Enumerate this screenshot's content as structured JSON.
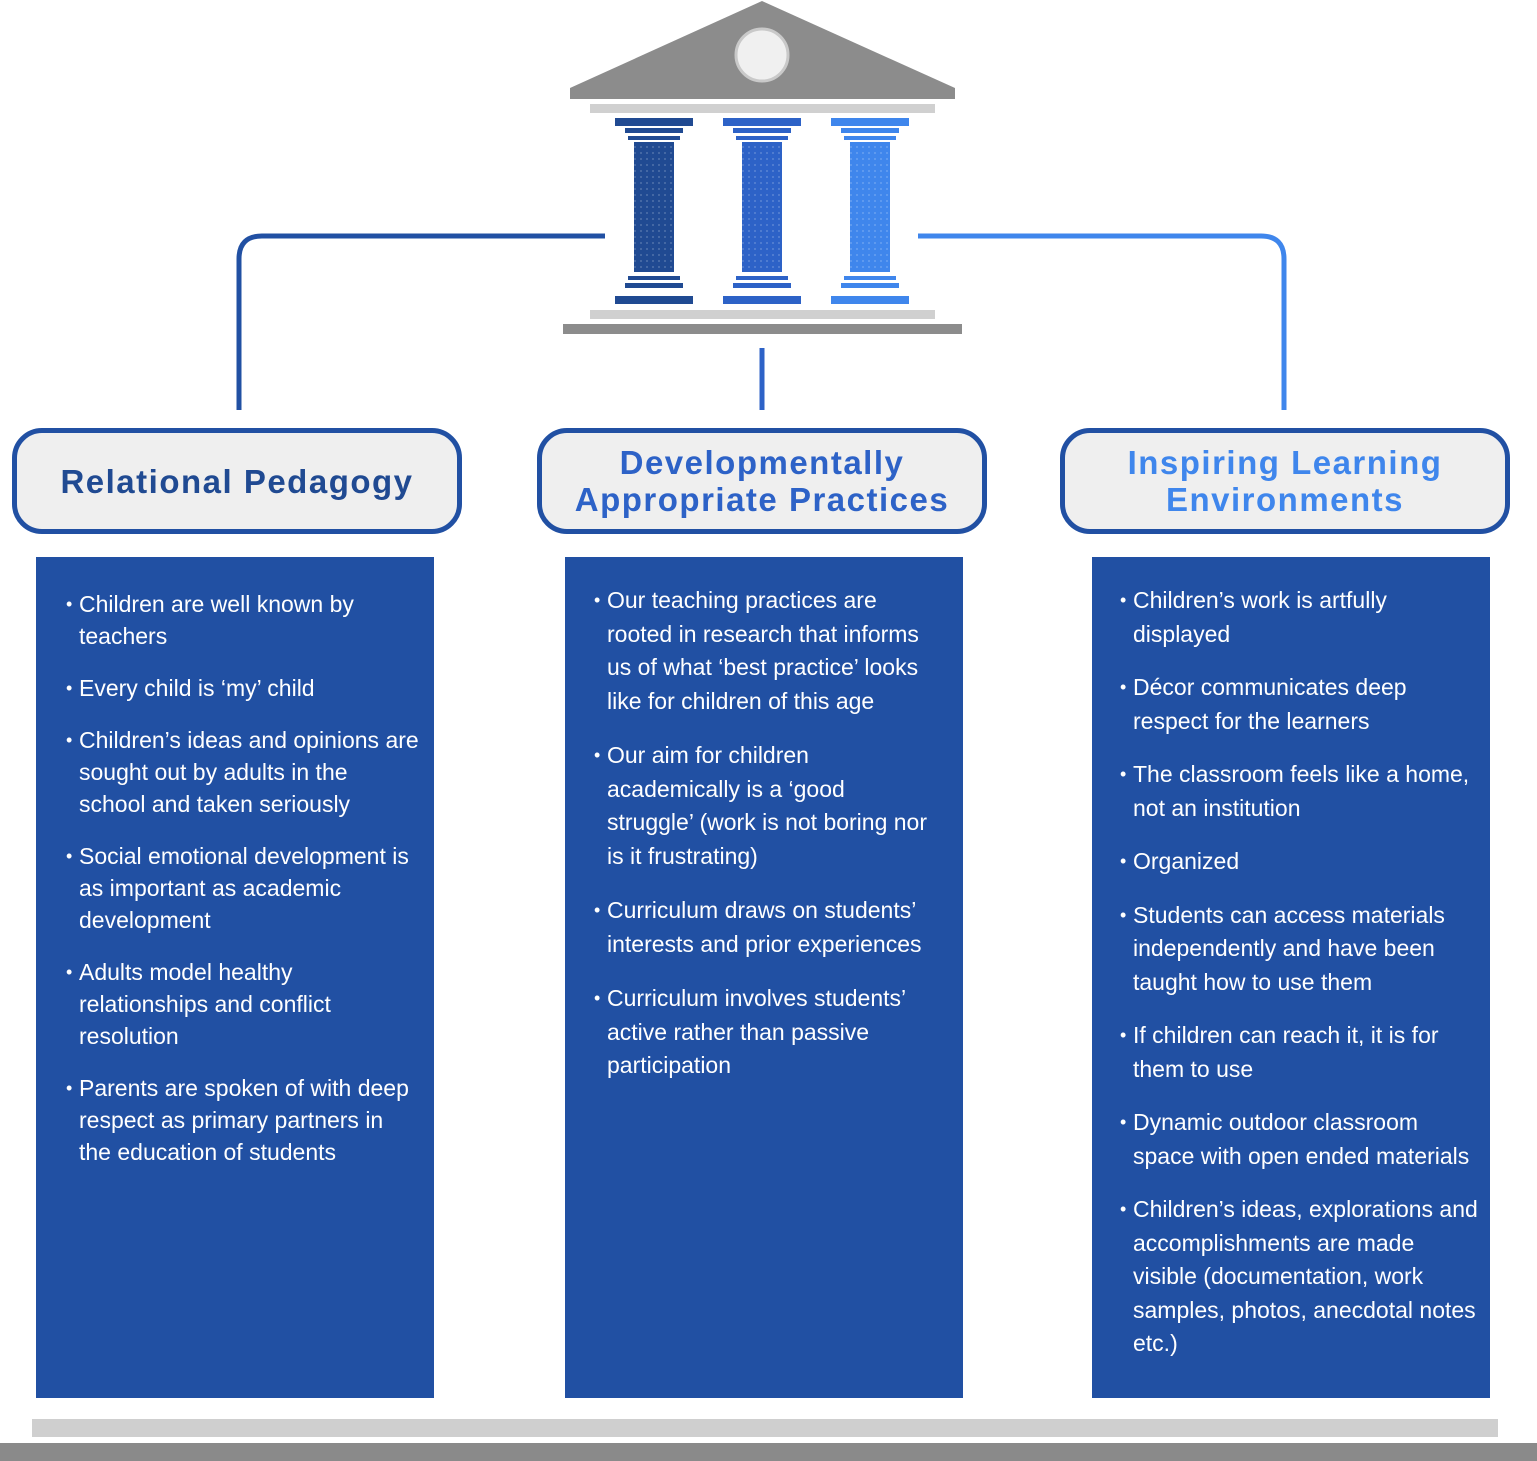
{
  "colors": {
    "dark_blue": "#2150a3",
    "mid_blue": "#2d62c7",
    "light_blue": "#3f86ec",
    "pill_bg": "#efefef",
    "gray": "#8a8a8a",
    "light_gray": "#cfcfcf"
  },
  "icons": {
    "building": "temple-columns-icon"
  },
  "pillars": [
    {
      "title": "Relational Pedagogy",
      "items": [
        "Children are well known by teachers",
        "Every child is ‘my’ child",
        "Children’s ideas and opinions are sought out by adults in the school and taken seriously",
        "Social emotional development is as important as academic development",
        "Adults model healthy relationships and conflict resolution",
        "Parents are spoken of with deep respect as primary partners in the education of students"
      ]
    },
    {
      "title": "Developmentally Appropriate Practices",
      "items": [
        "Our teaching practices are rooted in research that informs us of what ‘best practice’ looks like for children of this age",
        "Our aim for children academically is a ‘good struggle’ (work is not boring nor is it frustrating)",
        "Curriculum draws on students’ interests and prior experiences",
        "Curriculum involves students’ active rather than passive participation"
      ]
    },
    {
      "title": "Inspiring Learning Environments",
      "items": [
        "Children’s work is artfully displayed",
        "Décor communicates deep respect for the learners",
        "The classroom feels like a home, not an institution",
        "Organized",
        "Students can access materials independently and have been taught how to use them",
        "If children can reach it, it is for them to use",
        "Dynamic outdoor classroom space with open ended materials",
        "Children’s ideas, explorations and accomplishments are made visible (documentation, work samples, photos, anecdotal notes etc.)"
      ]
    }
  ]
}
